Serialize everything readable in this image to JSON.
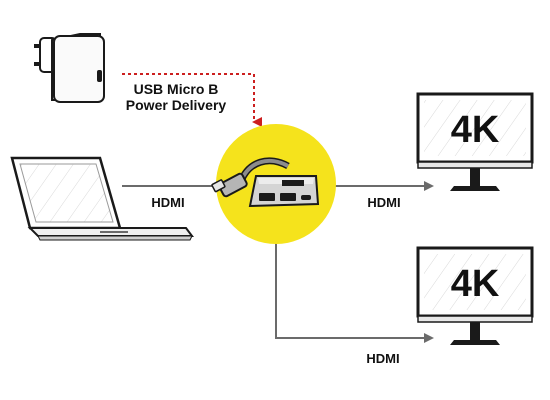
{
  "labels": {
    "power_line1": "USB Micro B",
    "power_line2": "Power Delivery",
    "hdmi_in": "HDMI",
    "hdmi_out_1": "HDMI",
    "hdmi_out_2": "HDMI"
  },
  "monitors": [
    {
      "resolution": "4K"
    },
    {
      "resolution": "4K"
    }
  ],
  "colors": {
    "highlight_circle": "#f5e31c",
    "power_arrow": "#cc1f1f",
    "connector_line": "#6b6b6b",
    "outline": "#1a1a1a"
  },
  "icons": [
    "power-adapter-icon",
    "laptop-icon",
    "usb-c-adapter-icon",
    "monitor-icon"
  ]
}
